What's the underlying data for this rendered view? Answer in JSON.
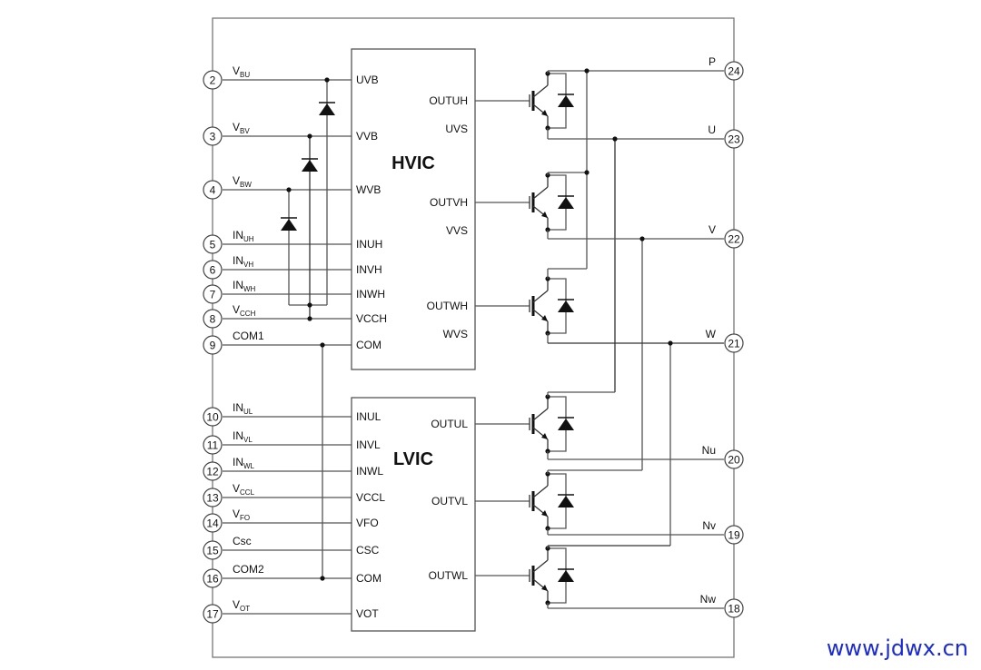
{
  "diagram": {
    "title": "IPM internal block diagram",
    "left_pins": [
      {
        "num": "2",
        "label": "V",
        "sub": "BU"
      },
      {
        "num": "3",
        "label": "V",
        "sub": "BV"
      },
      {
        "num": "4",
        "label": "V",
        "sub": "BW"
      },
      {
        "num": "5",
        "label": "IN",
        "sub": "UH"
      },
      {
        "num": "6",
        "label": "IN",
        "sub": "VH"
      },
      {
        "num": "7",
        "label": "IN",
        "sub": "WH"
      },
      {
        "num": "8",
        "label": "V",
        "sub": "CCH"
      },
      {
        "num": "9",
        "label": "COM1",
        "sub": ""
      },
      {
        "num": "10",
        "label": "IN",
        "sub": "UL"
      },
      {
        "num": "11",
        "label": "IN",
        "sub": "VL"
      },
      {
        "num": "12",
        "label": "IN",
        "sub": "WL"
      },
      {
        "num": "13",
        "label": "V",
        "sub": "CCL"
      },
      {
        "num": "14",
        "label": "V",
        "sub": "FO"
      },
      {
        "num": "15",
        "label": "Csc",
        "sub": ""
      },
      {
        "num": "16",
        "label": "COM2",
        "sub": ""
      },
      {
        "num": "17",
        "label": "V",
        "sub": "OT"
      }
    ],
    "right_pins": [
      {
        "num": "24",
        "label": "P"
      },
      {
        "num": "23",
        "label": "U"
      },
      {
        "num": "22",
        "label": "V"
      },
      {
        "num": "21",
        "label": "W"
      },
      {
        "num": "20",
        "label": "Nu"
      },
      {
        "num": "19",
        "label": "Nv"
      },
      {
        "num": "18",
        "label": "Nw"
      }
    ],
    "hvic": {
      "title": "HVIC",
      "left_pins": [
        "UVB",
        "VVB",
        "WVB",
        "INUH",
        "INVH",
        "INWH",
        "VCCH",
        "COM"
      ],
      "right_pins": [
        "OUTUH",
        "UVS",
        "OUTVH",
        "VVS",
        "OUTWH",
        "WVS"
      ]
    },
    "lvic": {
      "title": "LVIC",
      "left_pins": [
        "INUL",
        "INVL",
        "INWL",
        "VCCL",
        "VFO",
        "CSC",
        "COM",
        "VOT"
      ],
      "right_pins": [
        "OUTUL",
        "OUTVL",
        "OUTWL"
      ]
    }
  },
  "watermark": "www.jdwx.cn",
  "colors": {
    "wire": "#555555",
    "watermark": "#1a2bd6"
  }
}
